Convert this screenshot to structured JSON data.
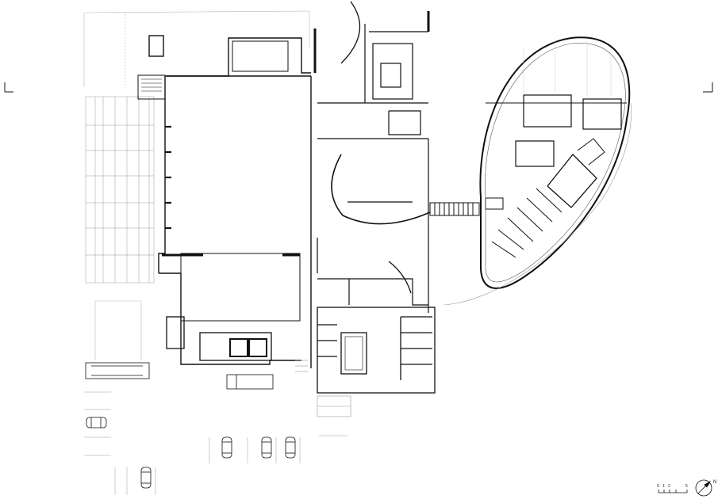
{
  "drawing": {
    "type": "architectural floor plan",
    "colors": {
      "ink": "#111111",
      "fine": "#777777",
      "faint": "#bbbbbb",
      "paper": "#ffffff"
    }
  },
  "scale_bar": {
    "ticks": [
      "0",
      "1",
      "2",
      "",
      "5"
    ]
  },
  "north_arrow": {
    "label": "N"
  },
  "section_markers": [
    "left-section-mark",
    "right-section-mark"
  ]
}
